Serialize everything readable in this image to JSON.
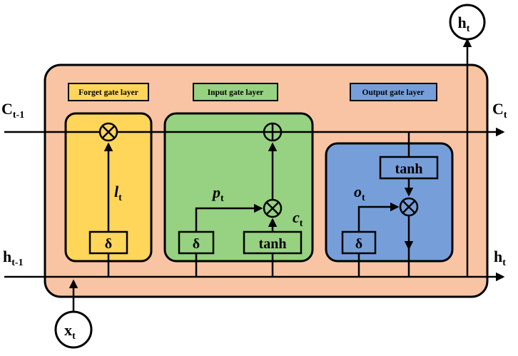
{
  "gates": {
    "forget": "Forget gate layer",
    "input": "Input gate layer",
    "output": "Output gate layer"
  },
  "ops": {
    "sigma": "δ",
    "tanh": "tanh"
  },
  "vars": {
    "c_prev": "C",
    "c_prev_sub": "t-1",
    "c_out": "C",
    "c_out_sub": "t",
    "h_prev": "h",
    "h_prev_sub": "t-1",
    "h_out": "h",
    "h_out_sub": "t",
    "h_top": "h",
    "h_top_sub": "t",
    "x": "x",
    "x_sub": "t",
    "l": "l",
    "l_sub": "t",
    "p": "p",
    "p_sub": "t",
    "c": "c",
    "c_sub": "t",
    "o": "o",
    "o_sub": "t"
  },
  "colors": {
    "cell_bg": "#F8C4A4",
    "forget": "#FFD65A",
    "input": "#96D281",
    "output": "#769FDA",
    "stroke": "#000000"
  }
}
